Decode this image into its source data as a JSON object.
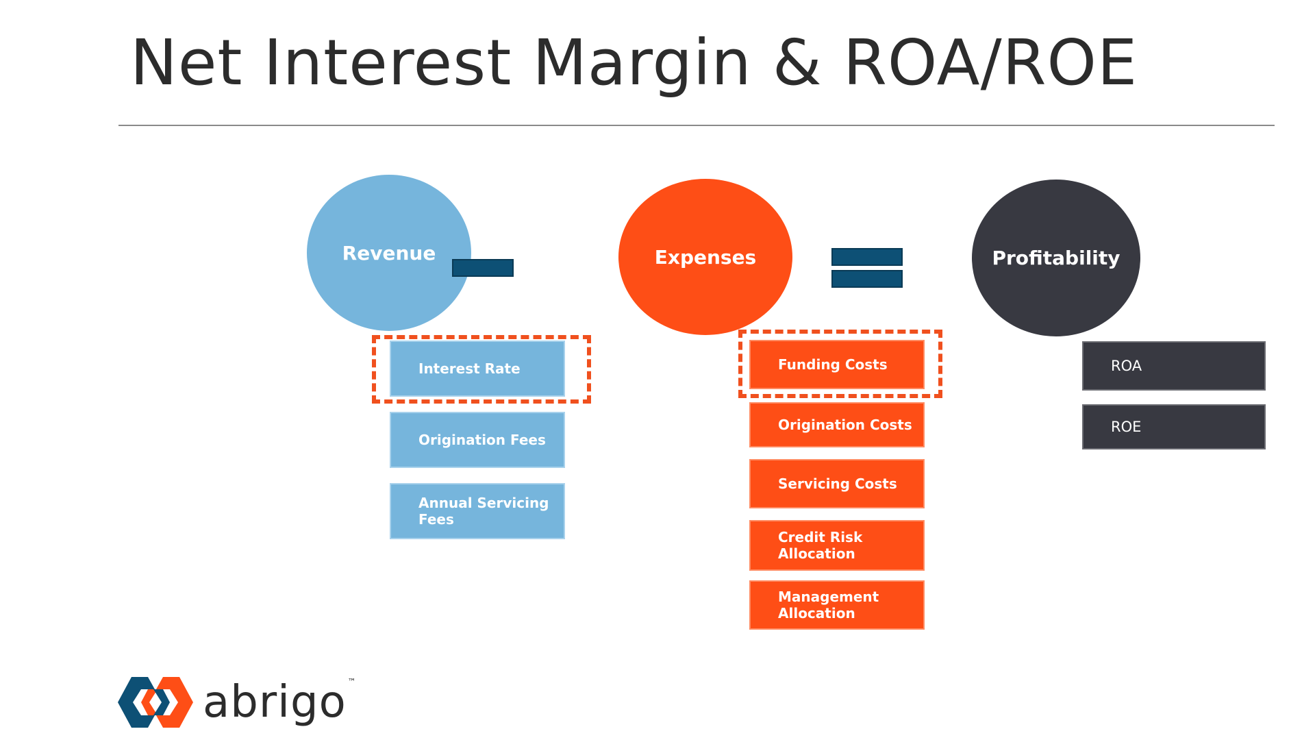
{
  "slide": {
    "title": "Net Interest Margin & ROA/ROE"
  },
  "revenue": {
    "label": "Revenue",
    "items": [
      "Interest Rate",
      "Origination Fees",
      "Annual Servicing Fees"
    ]
  },
  "expenses": {
    "label": "Expenses",
    "items": [
      "Funding Costs",
      "Origination Costs",
      "Servicing Costs",
      "Credit Risk Allocation",
      "Management Allocation"
    ]
  },
  "profitability": {
    "label": "Profitability",
    "items": [
      "ROA",
      "ROE"
    ]
  },
  "operators": {
    "minus": "minus-sign",
    "equals": "equals-sign"
  },
  "logo": {
    "text": "abrigo",
    "trademark": "™",
    "icon": "abrigo-chain-icon"
  },
  "colors": {
    "revenue_blue": "#76b5dc",
    "expenses_orange": "#fe4e16",
    "profit_dark": "#383941",
    "operator_navy": "#0d5075",
    "highlight_dash": "#f0501e",
    "logo_navy": "#0d5075",
    "logo_orange": "#fe4e16"
  }
}
